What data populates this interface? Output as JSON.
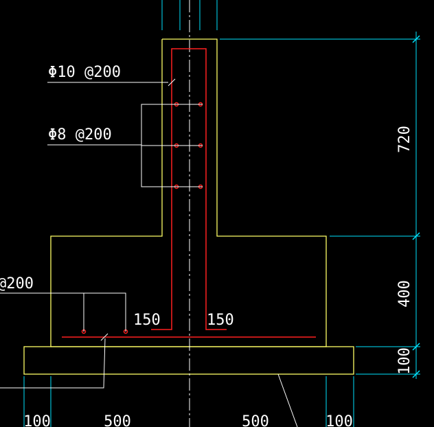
{
  "colors": {
    "background": "#000000",
    "outline": "#ffff66",
    "rebar": "#ff2020",
    "dimension": "#00e5ff",
    "centerline": "#ffffff",
    "leader": "#ffffff"
  },
  "labels": {
    "rebar_top": "Φ10 @200",
    "rebar_mid": "Φ8 @200",
    "rebar_base": "@200",
    "hook_left": "150",
    "hook_right": "150"
  },
  "dimensions": {
    "v_stem": "720",
    "v_base": "400",
    "v_footing": "100",
    "h_left_margin": "100",
    "h_left_toe": "500",
    "h_right_heel": "500",
    "h_right_margin": "100"
  }
}
